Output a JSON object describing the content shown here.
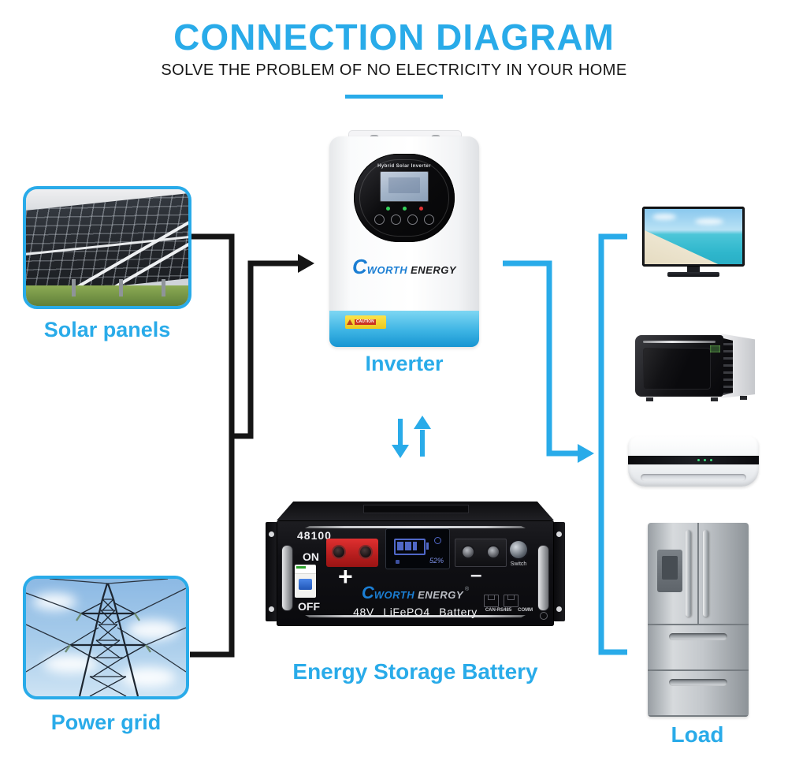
{
  "colors": {
    "accent": "#29abe9",
    "wire_black": "#151515"
  },
  "header": {
    "title": "CONNECTION DIAGRAM",
    "subtitle": "SOLVE THE PROBLEM OF NO ELECTRICITY IN YOUR HOME"
  },
  "solar": {
    "label": "Solar panels"
  },
  "grid": {
    "label": "Power grid"
  },
  "inverter": {
    "label": "Inverter",
    "panel_title": "Hybrid Solar Inverter",
    "caution": "CAUTION",
    "brand": {
      "c": "C",
      "worth": "WORTH",
      "energy": "ENERGY"
    }
  },
  "battery": {
    "label": "Energy Storage Battery",
    "model": "48100",
    "on": "ON",
    "off": "OFF",
    "plus": "+",
    "minus": "–",
    "soc": "52%",
    "switch_label": "Switch",
    "brand": {
      "c": "C",
      "worth": "WORTH",
      "energy": "ENERGY",
      "reg": "®"
    },
    "spec": "48V LiFePO4 Battery",
    "port_can": "CAN-RS485",
    "port_comm": "COMM"
  },
  "load": {
    "label": "Load"
  }
}
